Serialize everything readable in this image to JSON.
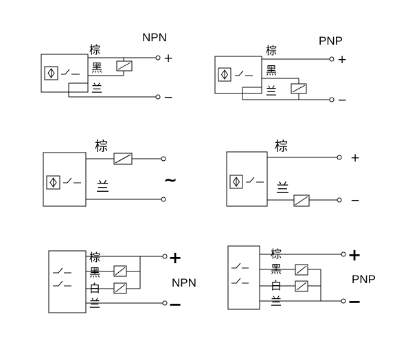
{
  "labels": {
    "npn": "NPN",
    "pnp": "PNP",
    "brown": "棕",
    "black": "黑",
    "blue": "兰",
    "white": "白",
    "plus": "+",
    "minus": "−",
    "ac": "~"
  }
}
